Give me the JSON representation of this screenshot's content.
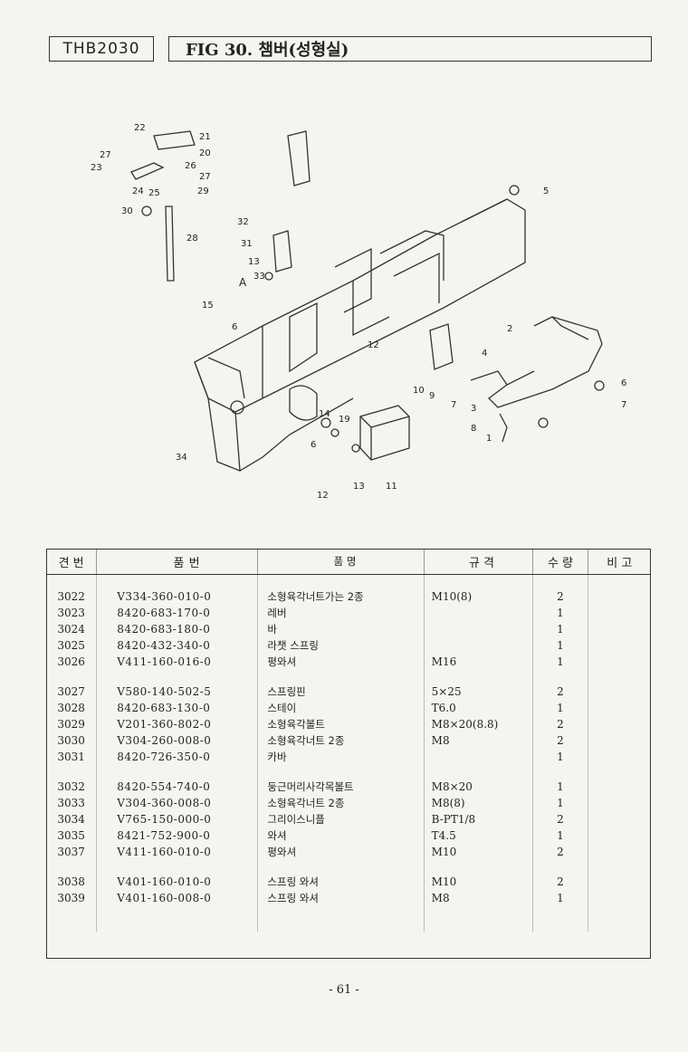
{
  "header": {
    "code": "THB2030",
    "title": "FIG 30. 챔버(성형실)"
  },
  "figure": {
    "callouts": [
      "1",
      "2",
      "3",
      "4",
      "5",
      "6",
      "6",
      "6",
      "7",
      "7",
      "8",
      "9",
      "10",
      "11",
      "12",
      "12",
      "13",
      "13",
      "14",
      "15",
      "19",
      "20",
      "21",
      "22",
      "23",
      "24",
      "25",
      "26",
      "27",
      "27",
      "28",
      "29",
      "30",
      "31",
      "32",
      "33",
      "34",
      "A"
    ]
  },
  "table": {
    "headers": [
      "견 번",
      "품 번",
      "품 명",
      "규 격",
      "수 량",
      "비 고"
    ],
    "groups": [
      [
        {
          "no": "3022",
          "part": "V334-360-010-0",
          "name": "소형육각너트가는 2종",
          "spec": "M10(8)",
          "qty": "2",
          "note": ""
        },
        {
          "no": "3023",
          "part": "8420-683-170-0",
          "name": "레버",
          "spec": "",
          "qty": "1",
          "note": ""
        },
        {
          "no": "3024",
          "part": "8420-683-180-0",
          "name": "바",
          "spec": "",
          "qty": "1",
          "note": ""
        },
        {
          "no": "3025",
          "part": "8420-432-340-0",
          "name": "라챗 스프링",
          "spec": "",
          "qty": "1",
          "note": ""
        },
        {
          "no": "3026",
          "part": "V411-160-016-0",
          "name": "평와셔",
          "spec": "M16",
          "qty": "1",
          "note": ""
        }
      ],
      [
        {
          "no": "3027",
          "part": "V580-140-502-5",
          "name": "스프링핀",
          "spec": "5×25",
          "qty": "2",
          "note": ""
        },
        {
          "no": "3028",
          "part": "8420-683-130-0",
          "name": "스테이",
          "spec": "T6.0",
          "qty": "1",
          "note": ""
        },
        {
          "no": "3029",
          "part": "V201-360-802-0",
          "name": "소형육각볼트",
          "spec": "M8×20(8.8)",
          "qty": "2",
          "note": ""
        },
        {
          "no": "3030",
          "part": "V304-260-008-0",
          "name": "소형육각너트 2종",
          "spec": "M8",
          "qty": "2",
          "note": ""
        },
        {
          "no": "3031",
          "part": "8420-726-350-0",
          "name": "카바",
          "spec": "",
          "qty": "1",
          "note": ""
        }
      ],
      [
        {
          "no": "3032",
          "part": "8420-554-740-0",
          "name": "둥근머리사각목볼트",
          "spec": "M8×20",
          "qty": "1",
          "note": ""
        },
        {
          "no": "3033",
          "part": "V304-360-008-0",
          "name": "소형육각너트 2종",
          "spec": "M8(8)",
          "qty": "1",
          "note": ""
        },
        {
          "no": "3034",
          "part": "V765-150-000-0",
          "name": "그리이스니플",
          "spec": "B-PT1/8",
          "qty": "2",
          "note": ""
        },
        {
          "no": "3035",
          "part": "8421-752-900-0",
          "name": "와셔",
          "spec": "T4.5",
          "qty": "1",
          "note": ""
        },
        {
          "no": "3037",
          "part": "V411-160-010-0",
          "name": "평와셔",
          "spec": "M10",
          "qty": "2",
          "note": ""
        }
      ],
      [
        {
          "no": "3038",
          "part": "V401-160-010-0",
          "name": "스프링 와셔",
          "spec": "M10",
          "qty": "2",
          "note": ""
        },
        {
          "no": "3039",
          "part": "V401-160-008-0",
          "name": "스프링 와셔",
          "spec": "M8",
          "qty": "1",
          "note": ""
        }
      ]
    ]
  },
  "footer": {
    "page": "- 61 -"
  }
}
